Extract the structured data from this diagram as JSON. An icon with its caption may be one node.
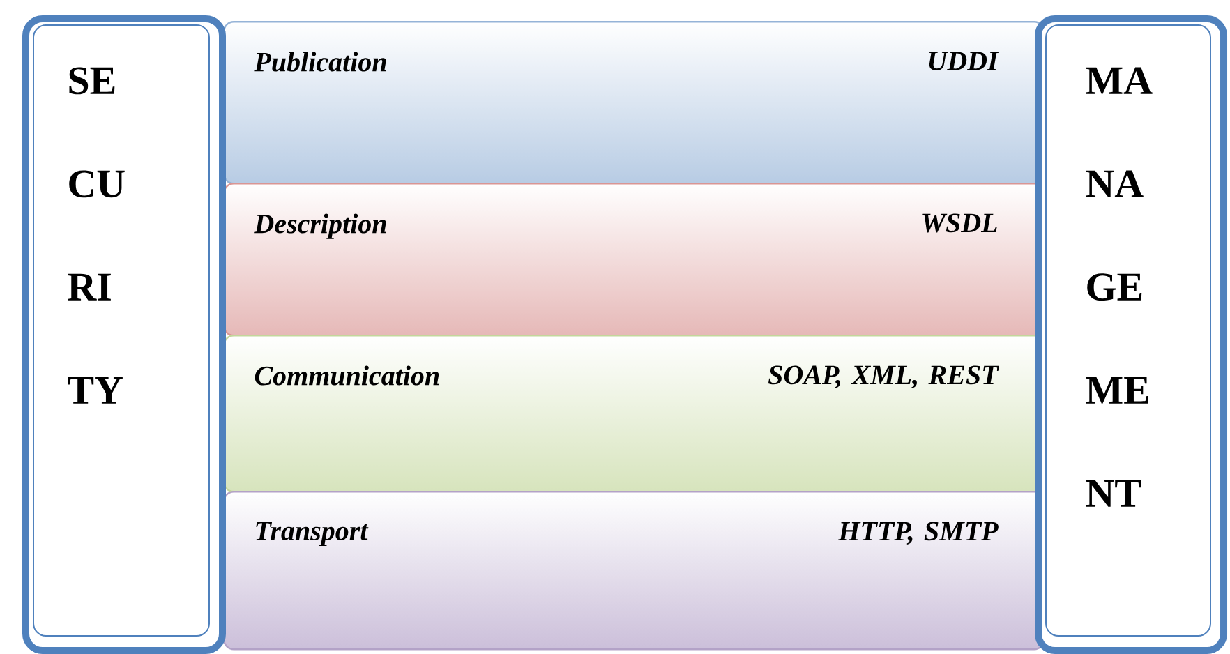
{
  "diagram": {
    "nodes": [
      {
        "text": [
          "SE CU RI TY"
        ]
      },
      {
        "text": [
          "Publication",
          "UDDI"
        ]
      },
      {
        "text": [
          "Description",
          "WSDL"
        ]
      },
      {
        "text": [
          "Communication",
          "SOAP, XML, REST"
        ]
      },
      {
        "text": [
          "Transport",
          "HTTP, SMTP"
        ]
      },
      {
        "text": [
          "MA NA GE ME NT"
        ]
      }
    ]
  }
}
